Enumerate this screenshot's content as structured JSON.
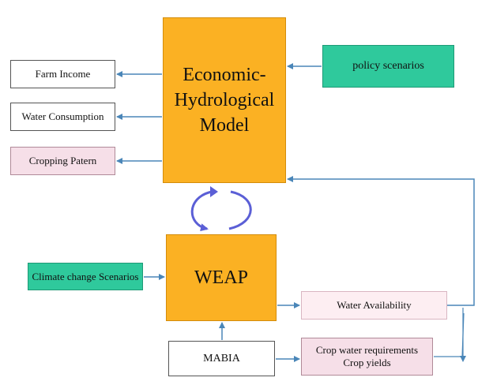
{
  "diagram": {
    "nodes": {
      "econ_model": "Economic-\nHydrological\nModel",
      "weap": "WEAP",
      "farm_income": "Farm Income",
      "water_consumption": "Water Consumption",
      "cropping_patern": "Cropping Patern",
      "policy_scenarios": "policy scenarios",
      "climate_scenarios": "Climate change Scenarios",
      "water_availability": "Water Availability",
      "mabia": "MABIA",
      "crop_requirements": "Crop water requirements\nCrop yields"
    },
    "colors": {
      "orange": "#fbb123",
      "teal": "#2fc99c",
      "pink": "#f6dfe8",
      "light_pink": "#fdeef2",
      "arrow_blue": "#4a86b8",
      "cycle_purple": "#5b5fd6"
    }
  }
}
